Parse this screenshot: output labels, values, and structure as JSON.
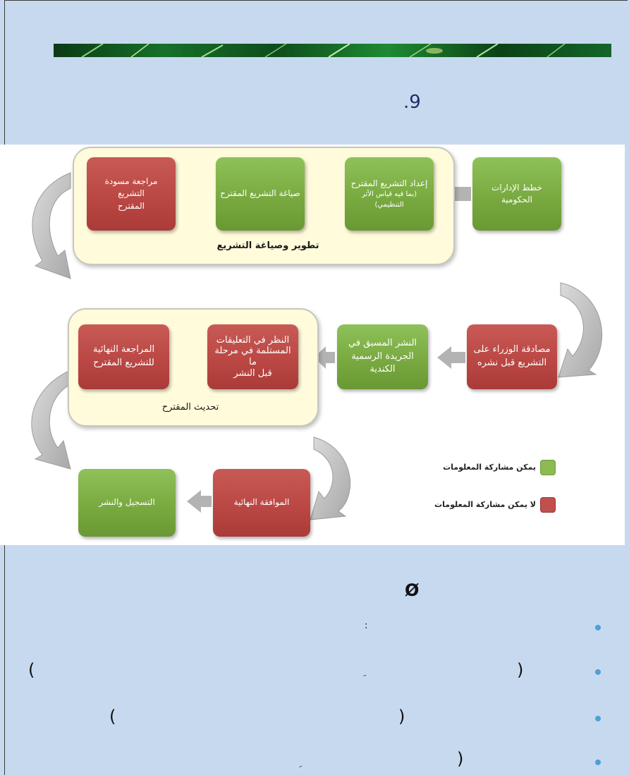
{
  "heading_number": ".9",
  "diagram": {
    "top_panel_label": "تطوير وصياغة التشريع",
    "middle_panel_label": "تحديث المقترح",
    "boxes": {
      "govt_plans": "خطط الإدارات الحكومية",
      "prepare_1": "إعداد التشريع المقترح",
      "prepare_2": "(بما فيه قياس الأثر",
      "prepare_3": "التنظيمي)",
      "drafting": "صياغة التشريع المقترح",
      "review_draft_1": "مراجعة مسودة التشريع",
      "review_draft_2": "المقترح",
      "ministers_1": "مصادقة الوزراء على",
      "ministers_2": "التشريع قبل نشره",
      "prepublish_1": "النشر المسبق في",
      "prepublish_2": "الجريدة الرسمية الكندية",
      "comments_1": "النظر في التعليقات",
      "comments_2": "المستلمة في مرحلة ما",
      "comments_3": "قبل النشر",
      "final_review_1": "المراجعة النهائية",
      "final_review_2": "للتشريع المقترح",
      "final_approval": "الموافقة النهائية",
      "register_publish": "التسجيل والنشر"
    },
    "legend": [
      {
        "label": "يمكن مشاركة المعلومات",
        "color": "#8cbb52"
      },
      {
        "label": "لا يمكن مشاركة المعلومات",
        "color": "#c0504d"
      }
    ]
  },
  "body": {
    "symbol": "Ø",
    "lines": [
      {
        "text": ":"
      },
      {
        "left": "(",
        "mid_mark": "ِ",
        "right": ")"
      },
      {
        "left": "(",
        "right": ")"
      },
      {
        "mid_mark": "ِ",
        "right": ")"
      }
    ]
  }
}
